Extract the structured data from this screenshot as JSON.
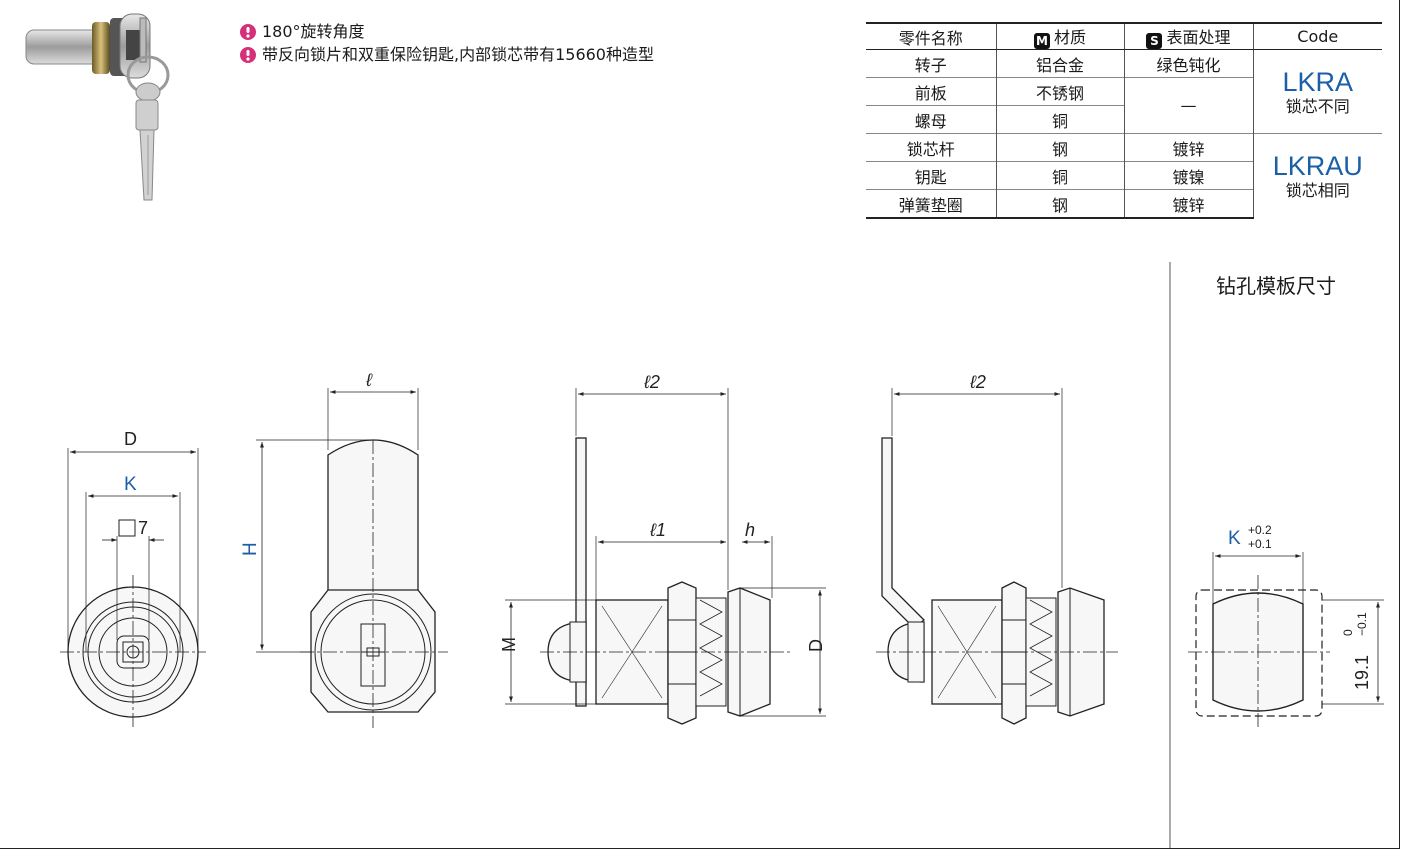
{
  "features": [
    "180°旋转角度",
    "带反向锁片和双重保险钥匙,内部锁芯带有15660种造型"
  ],
  "table": {
    "headers": {
      "name": "零件名称",
      "material_icon": "M",
      "material": "材质",
      "surface_icon": "S",
      "surface": "表面处理",
      "code": "Code"
    },
    "rows": [
      {
        "name": "转子",
        "material": "铝合金",
        "surface": "绿色钝化"
      },
      {
        "name": "前板",
        "material": "不锈钢",
        "surface": "—"
      },
      {
        "name": "螺母",
        "material": "铜"
      },
      {
        "name": "锁芯杆",
        "material": "钢",
        "surface": "镀锌"
      },
      {
        "name": "钥匙",
        "material": "铜",
        "surface": "镀镍"
      },
      {
        "name": "弹簧垫圈",
        "material": "钢",
        "surface": "镀锌"
      }
    ],
    "codes": [
      {
        "code": "LKRA",
        "desc": "锁芯不同"
      },
      {
        "code": "LKRAU",
        "desc": "锁芯相同"
      }
    ]
  },
  "drill_title": "钻孔模板尺寸",
  "dims": {
    "D": "D",
    "K": "K",
    "sq7": "7",
    "l": "ℓ",
    "H": "H",
    "l2": "ℓ2",
    "l1": "ℓ1",
    "h": "h",
    "M": "M",
    "D2": "D",
    "l2b": "ℓ2",
    "K2": "K",
    "tol_upper": "+0.2",
    "tol_lower": "+0.1",
    "d191": "19.1",
    "d191_upper": "0",
    "d191_lower": "−0.1"
  },
  "colors": {
    "accent": "#1a5fa8",
    "bullet": "#d6307a"
  }
}
